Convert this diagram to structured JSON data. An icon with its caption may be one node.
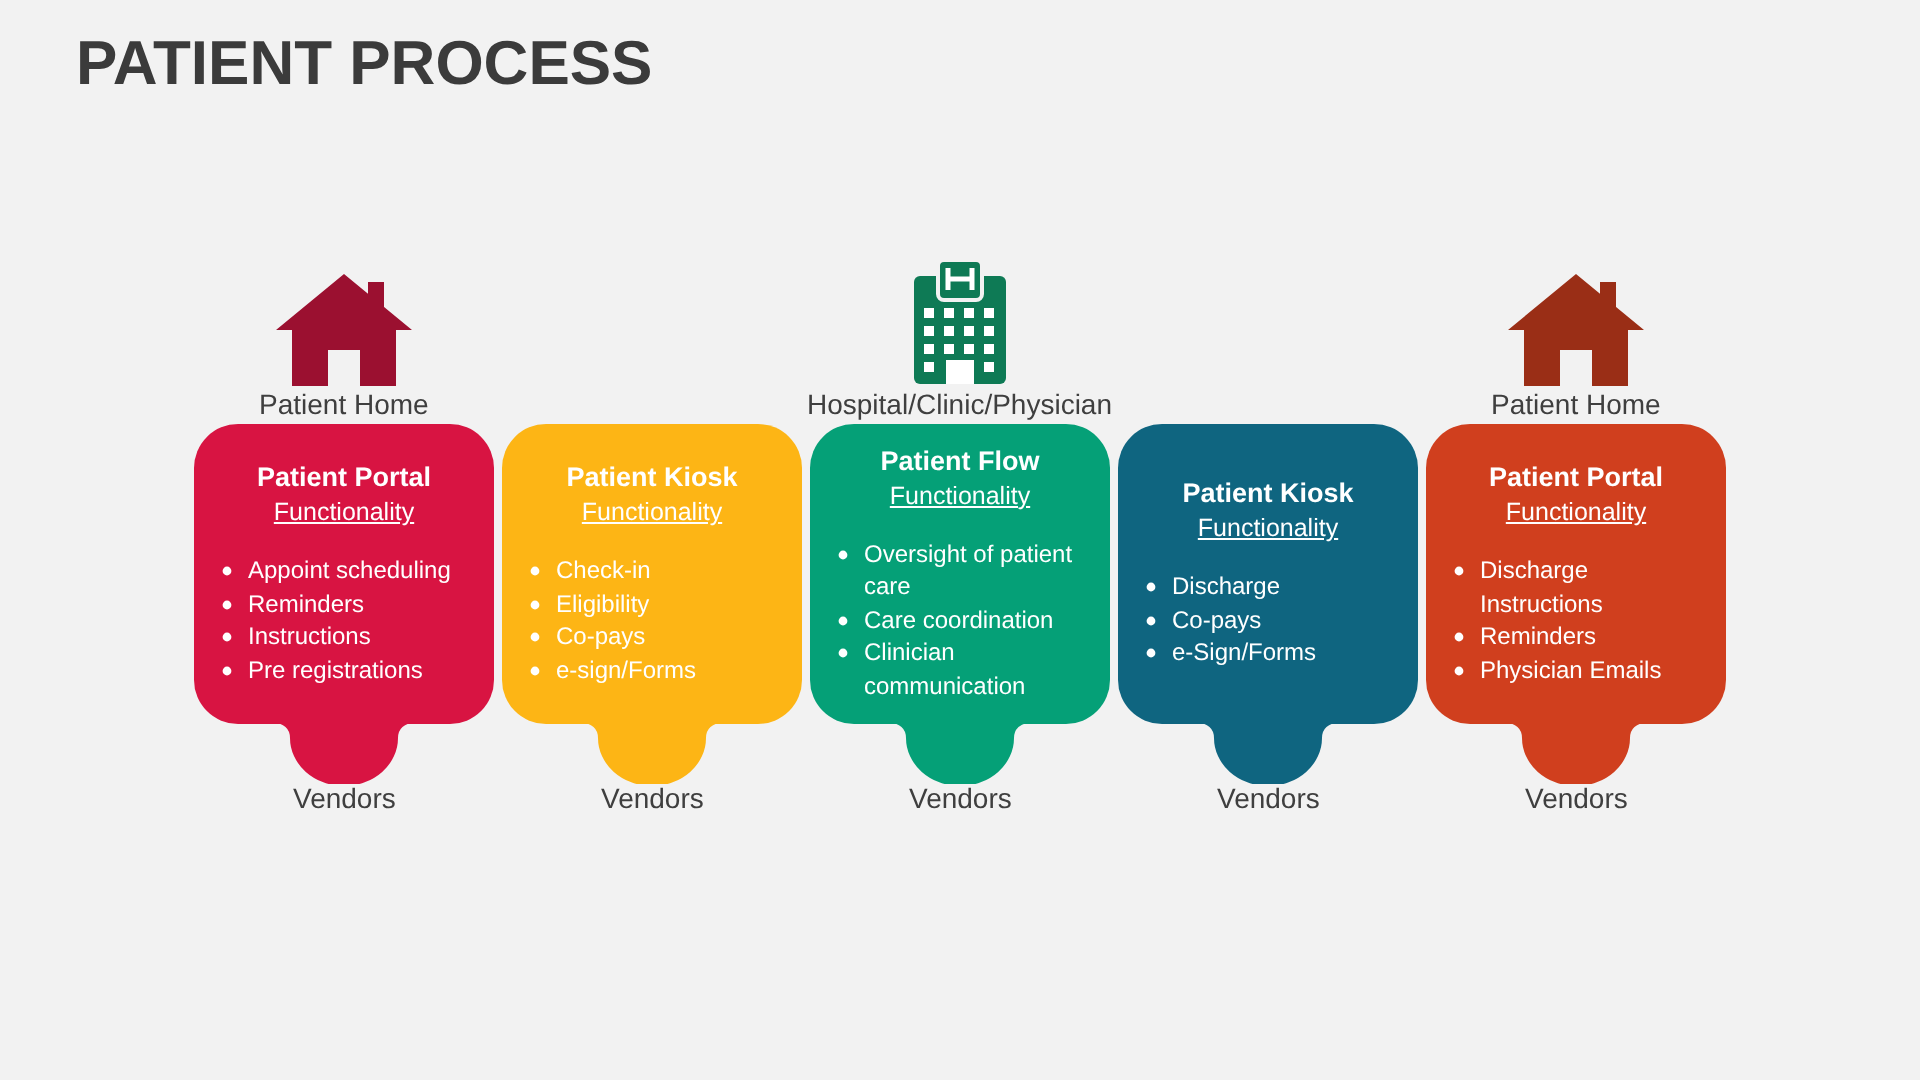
{
  "diagram": {
    "title": "PATIENT PROCESS",
    "nodes": [
      {
        "text": [
          "Patient Portal",
          "Functionality",
          "Appoint scheduling",
          "Reminders",
          "Instructions",
          "Pre registrations"
        ],
        "beside": [
          "Patient Home",
          "Vendors"
        ]
      },
      {
        "text": [
          "Patient Kiosk",
          "Functionality",
          "Check-in",
          "Eligibility",
          "Co-pays",
          "e-sign/Forms"
        ],
        "beside": [
          "Vendors"
        ]
      },
      {
        "text": [
          "Patient Flow",
          "Functionality",
          "Oversight of patient care",
          "Care coordination",
          "Clinician communication"
        ],
        "beside": [
          "Hospital/Clinic/Physician",
          "Vendors"
        ]
      },
      {
        "text": [
          "Patient Kiosk",
          "Functionality",
          "Discharge",
          "Co-pays",
          "e-Sign/Forms"
        ],
        "beside": [
          "Vendors"
        ]
      },
      {
        "text": [
          "Patient Portal",
          "Functionality",
          "Discharge Instructions",
          "Reminders",
          "Physician Emails"
        ],
        "beside": [
          "Patient Home",
          "Vendors"
        ]
      }
    ]
  }
}
